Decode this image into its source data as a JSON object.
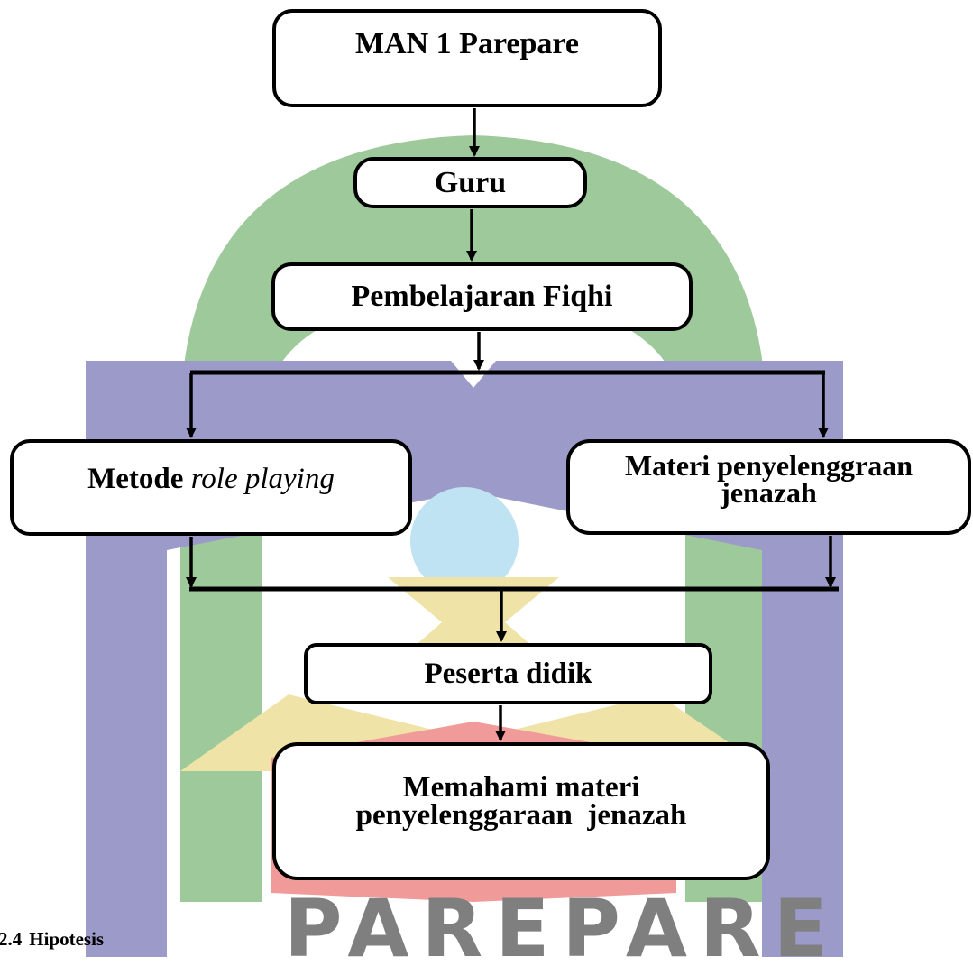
{
  "nodes": {
    "man": "MAN 1 Parepare",
    "guru": "Guru",
    "pembelajaran": "Pembelajaran Fiqhi",
    "metode_prefix": "Metode",
    "metode_italic": "role playing",
    "materi_line1": "Materi penyelenggraan",
    "materi_line2": "jenazah",
    "peserta": "Peserta didik",
    "memahami_line1": "Memahami materi",
    "memahami_line2": "penyelenggaraan  jenazah"
  },
  "heading": {
    "number": "2.4",
    "title": "Hipotesis"
  },
  "watermark": {
    "text": "PAREPARE",
    "colors": {
      "arch_green": "#9ec99b",
      "frame_purple": "#9b9ac8",
      "globe_blue": "#bfe3f2",
      "book_yellow": "#efe3a8",
      "book_red": "#f09a9a",
      "text_gray": "#7f7f7f"
    }
  }
}
